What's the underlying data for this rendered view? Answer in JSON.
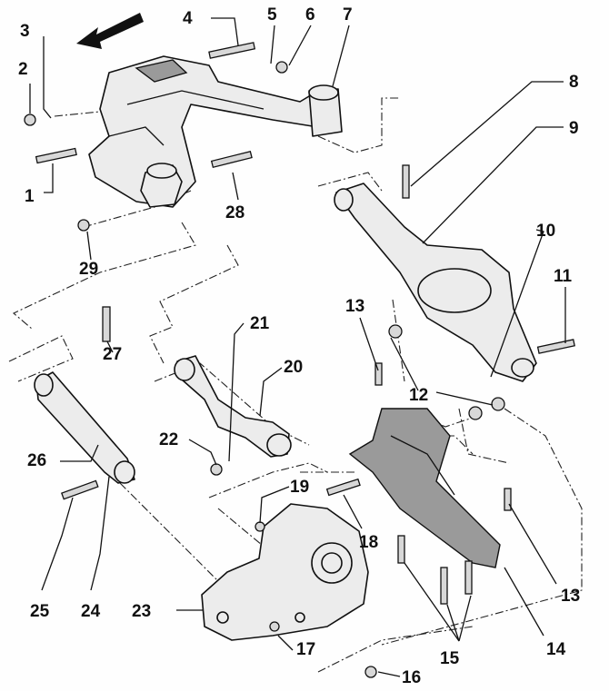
{
  "callouts": [
    {
      "id": "c1",
      "text": "1"
    },
    {
      "id": "c2",
      "text": "2"
    },
    {
      "id": "c3",
      "text": "3"
    },
    {
      "id": "c4",
      "text": "4"
    },
    {
      "id": "c5",
      "text": "5"
    },
    {
      "id": "c6",
      "text": "6"
    },
    {
      "id": "c7",
      "text": "7"
    },
    {
      "id": "c8",
      "text": "8"
    },
    {
      "id": "c9",
      "text": "9"
    },
    {
      "id": "c10",
      "text": "10"
    },
    {
      "id": "c11",
      "text": "11"
    },
    {
      "id": "c12",
      "text": "12"
    },
    {
      "id": "c13a",
      "text": "13"
    },
    {
      "id": "c13b",
      "text": "13"
    },
    {
      "id": "c14",
      "text": "14"
    },
    {
      "id": "c15",
      "text": "15"
    },
    {
      "id": "c16",
      "text": "16"
    },
    {
      "id": "c17",
      "text": "17"
    },
    {
      "id": "c18",
      "text": "18"
    },
    {
      "id": "c19",
      "text": "19"
    },
    {
      "id": "c20",
      "text": "20"
    },
    {
      "id": "c21",
      "text": "21"
    },
    {
      "id": "c22",
      "text": "22"
    },
    {
      "id": "c23",
      "text": "23"
    },
    {
      "id": "c24",
      "text": "24"
    },
    {
      "id": "c25",
      "text": "25"
    },
    {
      "id": "c26",
      "text": "26"
    },
    {
      "id": "c27",
      "text": "27"
    },
    {
      "id": "c28",
      "text": "28"
    },
    {
      "id": "c29",
      "text": "29"
    }
  ]
}
